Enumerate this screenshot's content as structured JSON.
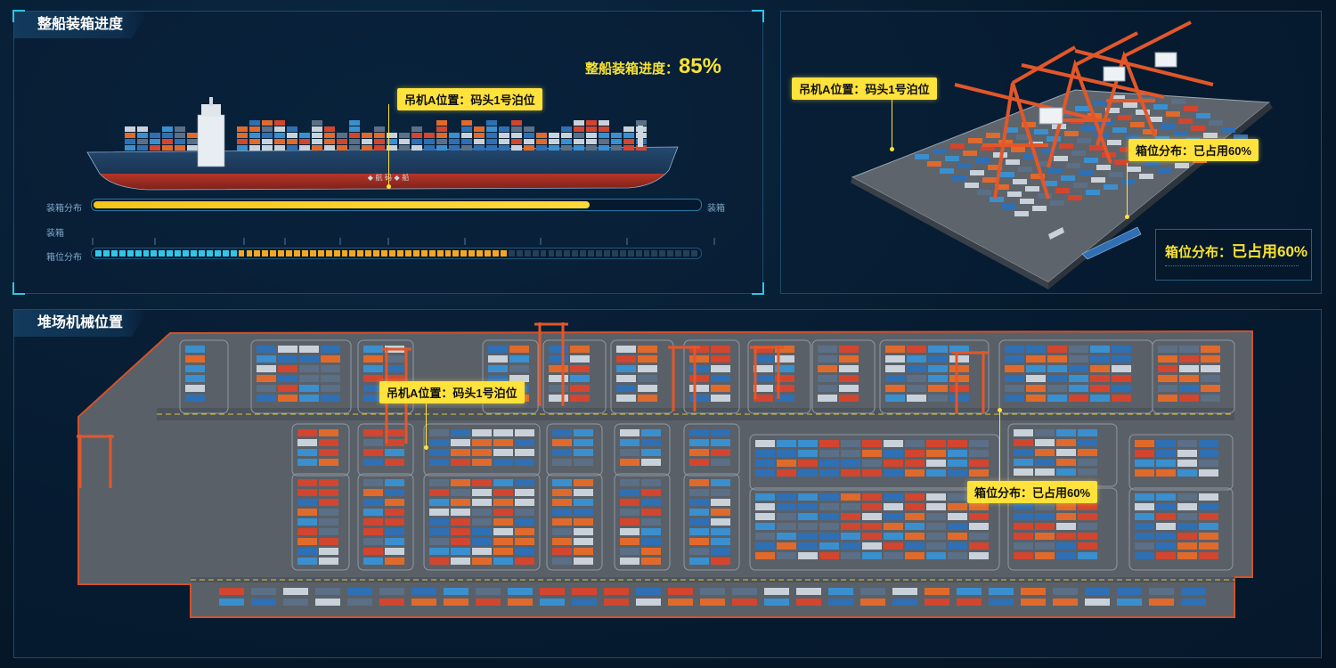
{
  "panels": {
    "ship": {
      "title": "整船装箱进度",
      "progress_label": "整船装箱进度：",
      "progress_value": "85%",
      "crane_tag": "吊机A位置：码头1号泊位",
      "hull_text": "◆ 航 码 ◆ 船",
      "bar1": {
        "label": "装箱分布",
        "end_label": "装箱",
        "progress": 0.82
      },
      "bar2_label": "装箱",
      "bar3": {
        "label": "箱位分布",
        "cyan_segments": 18,
        "orange_segments": 34,
        "dark_segments": 24
      }
    },
    "port3d": {
      "crane_tag": "吊机A位置：码头1号泊位",
      "slot_tag": "箱位分布：已占用60%",
      "stat_label": "箱位分布：",
      "stat_value": "已占用60%"
    },
    "yard": {
      "title": "堆场机械位置",
      "crane_tag": "吊机A位置：码头1号泊位",
      "slot_tag": "箱位分布：已占用60%"
    }
  },
  "colors": {
    "accent": "#2fc6e8",
    "highlight": "#ffe23b",
    "crane": "#e2572a",
    "container_palette": [
      "#2f6fb4",
      "#e06a2c",
      "#c9d2da",
      "#3a8fcf",
      "#d2452f",
      "#5b6f86"
    ]
  }
}
